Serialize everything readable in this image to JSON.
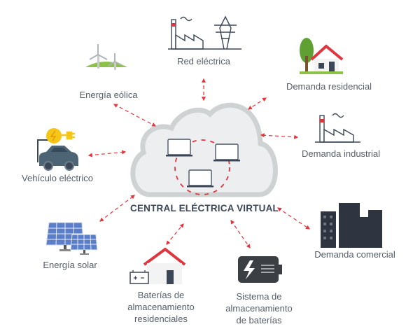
{
  "center": {
    "title": "CENTRAL ELÉCTRICA VIRTUAL"
  },
  "nodes": {
    "grid": "Red eléctrica",
    "wind": "Energía eólica",
    "residential_demand": "Demanda residencial",
    "industrial_demand": "Demanda industrial",
    "ev": "Vehículo eléctrico",
    "solar": "Energía solar",
    "commercial_demand": "Demanda comercial",
    "home_batteries": [
      "Baterías de",
      "almacenamiento",
      "residenciales"
    ],
    "battery_system": [
      "Sistema de",
      "almacenamiento",
      "de baterías"
    ]
  },
  "colors": {
    "arrow": "#e8323c",
    "text": "#555d68",
    "cloud_fill": "#eceef0",
    "cloud_stroke": "#cfd2d3",
    "accent_red": "#e0343f"
  }
}
